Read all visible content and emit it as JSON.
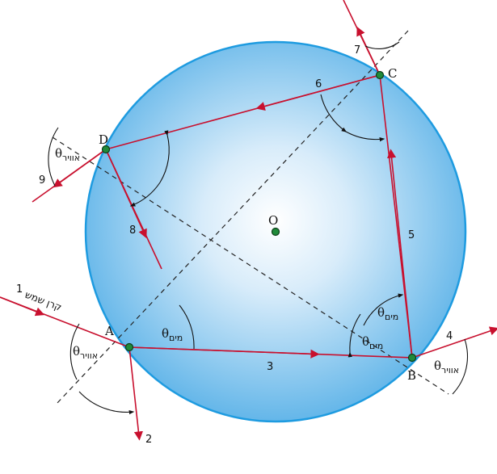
{
  "points": {
    "A": "A",
    "B": "B",
    "C": "C",
    "D": "D",
    "O": "O"
  },
  "ray_numbers": {
    "r1": "1",
    "r2": "2",
    "r3": "3",
    "r4": "4",
    "r5": "5",
    "r6": "6",
    "r7": "7",
    "r8": "8",
    "r9": "9"
  },
  "theta": "θ",
  "medium": {
    "air": "אוויר",
    "water": "מים"
  },
  "sun_ray_label": "קרן שמש",
  "colors": {
    "ray": "#c8102e",
    "sphere_edge": "#1e9be0",
    "sphere_fill_center": "#ffffff",
    "sphere_fill_edge": "#5db3e8",
    "point": "#1f8a3a"
  }
}
